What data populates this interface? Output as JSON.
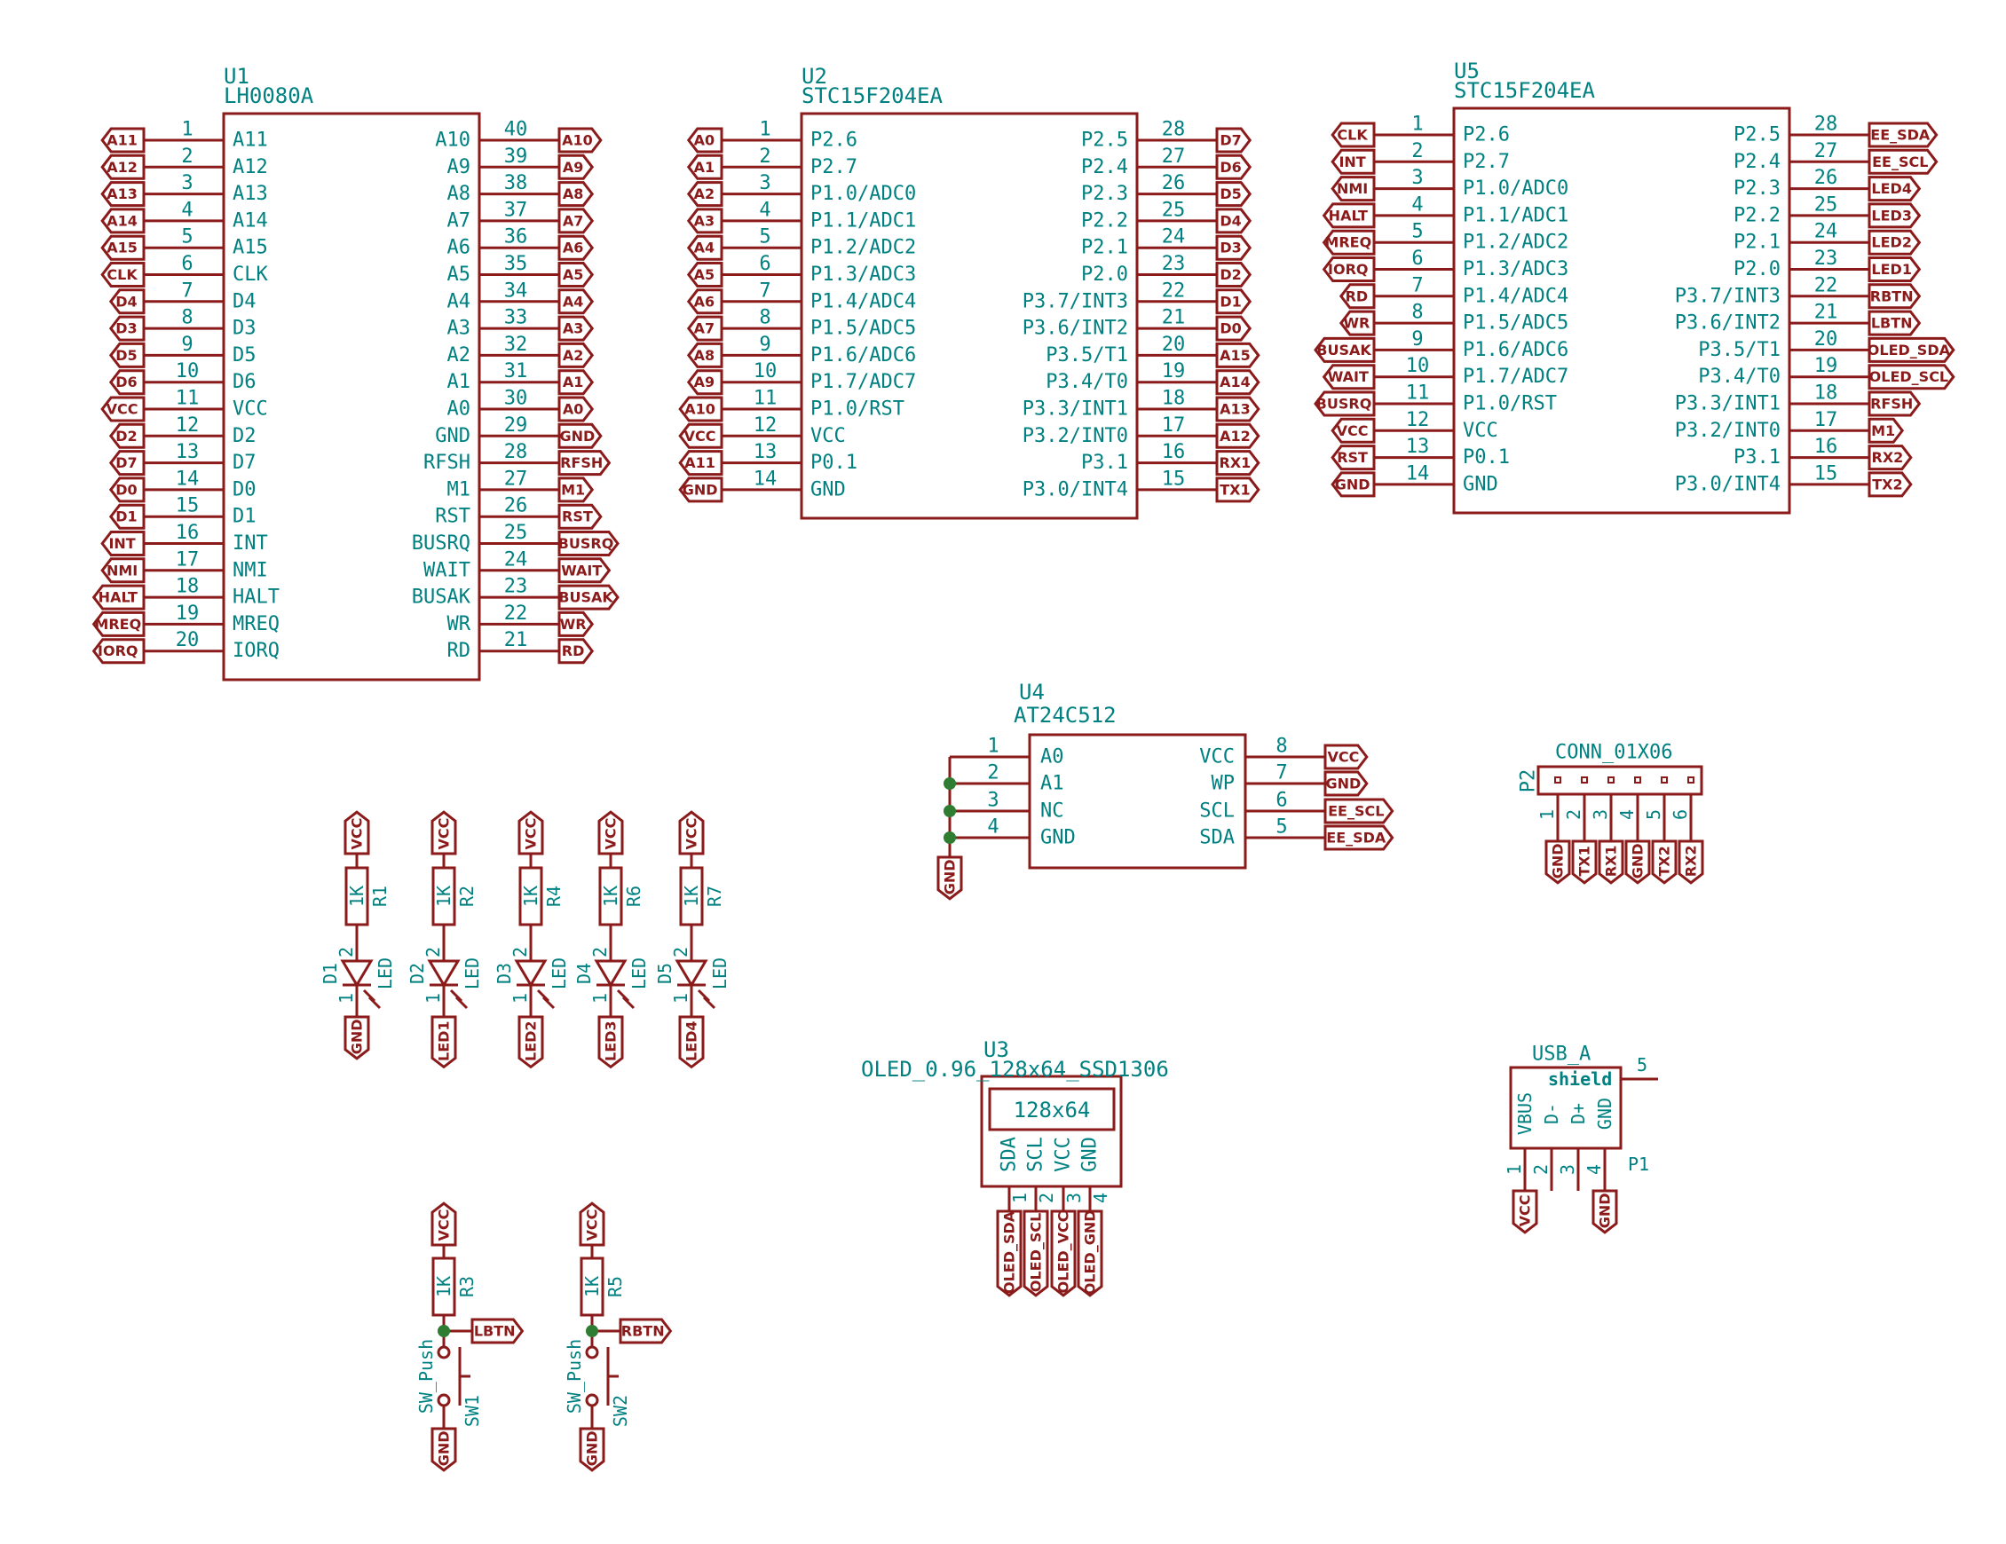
{
  "colors": {
    "background": "#ffffff",
    "line": "#8B1A1A",
    "text": "#008080",
    "junction": "#2E7D32"
  },
  "parts": {
    "u1": {
      "ref": "U1",
      "value": "LH0080A",
      "left": [
        [
          "1",
          "A11",
          "A11"
        ],
        [
          "2",
          "A12",
          "A12"
        ],
        [
          "3",
          "A13",
          "A13"
        ],
        [
          "4",
          "A14",
          "A14"
        ],
        [
          "5",
          "A15",
          "A15"
        ],
        [
          "6",
          "CLK",
          "CLK"
        ],
        [
          "7",
          "D4",
          "D4"
        ],
        [
          "8",
          "D3",
          "D3"
        ],
        [
          "9",
          "D5",
          "D5"
        ],
        [
          "10",
          "D6",
          "D6"
        ],
        [
          "11",
          "VCC",
          "VCC"
        ],
        [
          "12",
          "D2",
          "D2"
        ],
        [
          "13",
          "D7",
          "D7"
        ],
        [
          "14",
          "D0",
          "D0"
        ],
        [
          "15",
          "D1",
          "D1"
        ],
        [
          "16",
          "INT",
          "INT"
        ],
        [
          "17",
          "NMI",
          "NMI"
        ],
        [
          "18",
          "HALT",
          "HALT"
        ],
        [
          "19",
          "MREQ",
          "MREQ"
        ],
        [
          "20",
          "IORQ",
          "IORQ"
        ]
      ],
      "right": [
        [
          "40",
          "A10",
          "A10"
        ],
        [
          "39",
          "A9",
          "A9"
        ],
        [
          "38",
          "A8",
          "A8"
        ],
        [
          "37",
          "A7",
          "A7"
        ],
        [
          "36",
          "A6",
          "A6"
        ],
        [
          "35",
          "A5",
          "A5"
        ],
        [
          "34",
          "A4",
          "A4"
        ],
        [
          "33",
          "A3",
          "A3"
        ],
        [
          "32",
          "A2",
          "A2"
        ],
        [
          "31",
          "A1",
          "A1"
        ],
        [
          "30",
          "A0",
          "A0"
        ],
        [
          "29",
          "GND",
          "GND"
        ],
        [
          "28",
          "RFSH",
          "RFSH"
        ],
        [
          "27",
          "M1",
          "M1"
        ],
        [
          "26",
          "RST",
          "RST"
        ],
        [
          "25",
          "BUSRQ",
          "BUSRQ"
        ],
        [
          "24",
          "WAIT",
          "WAIT"
        ],
        [
          "23",
          "BUSAK",
          "BUSAK"
        ],
        [
          "22",
          "WR",
          "WR"
        ],
        [
          "21",
          "RD",
          "RD"
        ]
      ]
    },
    "u2": {
      "ref": "U2",
      "value": "STC15F204EA",
      "left": [
        [
          "1",
          "P2.6",
          "A0"
        ],
        [
          "2",
          "P2.7",
          "A1"
        ],
        [
          "3",
          "P1.0/ADC0",
          "A2"
        ],
        [
          "4",
          "P1.1/ADC1",
          "A3"
        ],
        [
          "5",
          "P1.2/ADC2",
          "A4"
        ],
        [
          "6",
          "P1.3/ADC3",
          "A5"
        ],
        [
          "7",
          "P1.4/ADC4",
          "A6"
        ],
        [
          "8",
          "P1.5/ADC5",
          "A7"
        ],
        [
          "9",
          "P1.6/ADC6",
          "A8"
        ],
        [
          "10",
          "P1.7/ADC7",
          "A9"
        ],
        [
          "11",
          "P1.0/RST",
          "A10"
        ],
        [
          "12",
          "VCC",
          "VCC"
        ],
        [
          "13",
          "P0.1",
          "A11"
        ],
        [
          "14",
          "GND",
          "GND"
        ]
      ],
      "right": [
        [
          "28",
          "P2.5",
          "D7"
        ],
        [
          "27",
          "P2.4",
          "D6"
        ],
        [
          "26",
          "P2.3",
          "D5"
        ],
        [
          "25",
          "P2.2",
          "D4"
        ],
        [
          "24",
          "P2.1",
          "D3"
        ],
        [
          "23",
          "P2.0",
          "D2"
        ],
        [
          "22",
          "P3.7/INT3",
          "D1"
        ],
        [
          "21",
          "P3.6/INT2",
          "D0"
        ],
        [
          "20",
          "P3.5/T1",
          "A15"
        ],
        [
          "19",
          "P3.4/T0",
          "A14"
        ],
        [
          "18",
          "P3.3/INT1",
          "A13"
        ],
        [
          "17",
          "P3.2/INT0",
          "A12"
        ],
        [
          "16",
          "P3.1",
          "RX1"
        ],
        [
          "15",
          "P3.0/INT4",
          "TX1"
        ]
      ]
    },
    "u5": {
      "ref": "U5",
      "value": "STC15F204EA",
      "left": [
        [
          "1",
          "P2.6",
          "CLK"
        ],
        [
          "2",
          "P2.7",
          "INT"
        ],
        [
          "3",
          "P1.0/ADC0",
          "NMI"
        ],
        [
          "4",
          "P1.1/ADC1",
          "HALT"
        ],
        [
          "5",
          "P1.2/ADC2",
          "MREQ"
        ],
        [
          "6",
          "P1.3/ADC3",
          "IORQ"
        ],
        [
          "7",
          "P1.4/ADC4",
          "RD"
        ],
        [
          "8",
          "P1.5/ADC5",
          "WR"
        ],
        [
          "9",
          "P1.6/ADC6",
          "BUSAK"
        ],
        [
          "10",
          "P1.7/ADC7",
          "WAIT"
        ],
        [
          "11",
          "P1.0/RST",
          "BUSRQ"
        ],
        [
          "12",
          "VCC",
          "VCC"
        ],
        [
          "13",
          "P0.1",
          "RST"
        ],
        [
          "14",
          "GND",
          "GND"
        ]
      ],
      "right": [
        [
          "28",
          "P2.5",
          "EE_SDA"
        ],
        [
          "27",
          "P2.4",
          "EE_SCL"
        ],
        [
          "26",
          "P2.3",
          "LED4"
        ],
        [
          "25",
          "P2.2",
          "LED3"
        ],
        [
          "24",
          "P2.1",
          "LED2"
        ],
        [
          "23",
          "P2.0",
          "LED1"
        ],
        [
          "22",
          "P3.7/INT3",
          "RBTN"
        ],
        [
          "21",
          "P3.6/INT2",
          "LBTN"
        ],
        [
          "20",
          "P3.5/T1",
          "OLED_SDA"
        ],
        [
          "19",
          "P3.4/T0",
          "OLED_SCL"
        ],
        [
          "18",
          "P3.3/INT1",
          "RFSH"
        ],
        [
          "17",
          "P3.2/INT0",
          "M1"
        ],
        [
          "16",
          "P3.1",
          "RX2"
        ],
        [
          "15",
          "P3.0/INT4",
          "TX2"
        ]
      ]
    },
    "u4": {
      "ref": "U4",
      "value": "AT24C512",
      "left": [
        [
          "1",
          "A0",
          ""
        ],
        [
          "2",
          "A1",
          ""
        ],
        [
          "3",
          "NC",
          ""
        ],
        [
          "4",
          "GND",
          ""
        ]
      ],
      "right": [
        [
          "8",
          "VCC",
          "VCC"
        ],
        [
          "7",
          "WP",
          "GND"
        ],
        [
          "6",
          "SCL",
          "EE_SCL"
        ],
        [
          "5",
          "SDA",
          "EE_SDA"
        ]
      ],
      "gnd_label": "GND"
    },
    "p2": {
      "ref": "P2",
      "value": "CONN_01X06",
      "pins": [
        [
          "1",
          "GND"
        ],
        [
          "2",
          "TX1"
        ],
        [
          "3",
          "RX1"
        ],
        [
          "4",
          "GND"
        ],
        [
          "5",
          "TX2"
        ],
        [
          "6",
          "RX2"
        ]
      ]
    },
    "leds": [
      {
        "res_ref": "R1",
        "res_val": "1K",
        "led_ref": "D1",
        "led_val": "LED",
        "top": "VCC",
        "bottom": "GND",
        "p2": "2",
        "p1": "1"
      },
      {
        "res_ref": "R2",
        "res_val": "1K",
        "led_ref": "D2",
        "led_val": "LED",
        "top": "VCC",
        "bottom": "LED1",
        "p2": "2",
        "p1": "1"
      },
      {
        "res_ref": "R4",
        "res_val": "1K",
        "led_ref": "D3",
        "led_val": "LED",
        "top": "VCC",
        "bottom": "LED2",
        "p2": "2",
        "p1": "1"
      },
      {
        "res_ref": "R6",
        "res_val": "1K",
        "led_ref": "D4",
        "led_val": "LED",
        "top": "VCC",
        "bottom": "LED3",
        "p2": "2",
        "p1": "1"
      },
      {
        "res_ref": "R7",
        "res_val": "1K",
        "led_ref": "D5",
        "led_val": "LED",
        "top": "VCC",
        "bottom": "LED4",
        "p2": "2",
        "p1": "1"
      }
    ],
    "switches": [
      {
        "res_ref": "R3",
        "res_val": "1K",
        "sw_ref": "SW1",
        "sw_val": "SW_Push",
        "top": "VCC",
        "net": "LBTN",
        "bottom": "GND"
      },
      {
        "res_ref": "R5",
        "res_val": "1K",
        "sw_ref": "SW2",
        "sw_val": "SW_Push",
        "top": "VCC",
        "net": "RBTN",
        "bottom": "GND"
      }
    ],
    "u3": {
      "ref": "U3",
      "value": "OLED_0.96_128x64_SSD1306",
      "screen": "128x64",
      "pins": [
        [
          "1",
          "SDA",
          "OLED_SDA"
        ],
        [
          "2",
          "SCL",
          "OLED_SCL"
        ],
        [
          "3",
          "VCC",
          "OLED_VCC"
        ],
        [
          "4",
          "GND",
          "OLED_GND"
        ]
      ]
    },
    "p1": {
      "ref": "P1",
      "value": "USB_A",
      "shield": "shield",
      "shield_pin": "5",
      "pins": [
        [
          "1",
          "VBUS",
          "VCC"
        ],
        [
          "2",
          "D-",
          ""
        ],
        [
          "3",
          "D+",
          ""
        ],
        [
          "4",
          "GND",
          "GND"
        ]
      ]
    }
  }
}
